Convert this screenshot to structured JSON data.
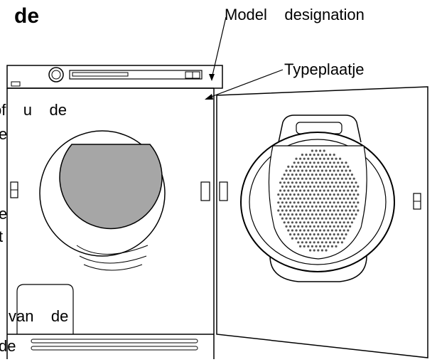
{
  "heading": "de",
  "callouts": {
    "model_designation": "Model    designation",
    "typeplaatje": "Typeplaatje"
  },
  "fragments": {
    "line1": "of    u    de",
    "line2": "e",
    "line3": "e",
    "line4": "t",
    "line5": "van    de",
    "line6": "de"
  },
  "colors": {
    "stroke": "#000000",
    "window_fill": "#a6a6a6",
    "perforation": "#555555"
  }
}
